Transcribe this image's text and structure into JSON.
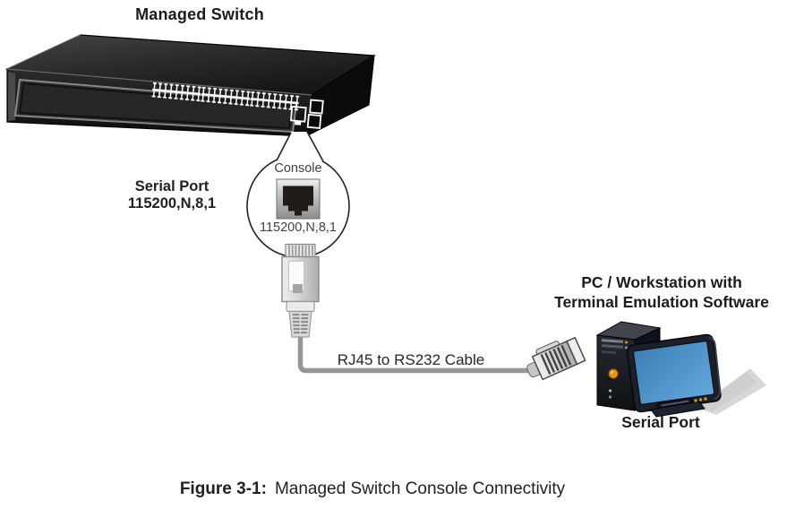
{
  "diagram": {
    "title": "Managed Switch",
    "switch_side": {
      "serial_port_line1": "Serial Port",
      "serial_port_line2": "115200,N,8,1"
    },
    "callout": {
      "port_name": "Console",
      "port_settings": "115200,N,8,1"
    },
    "cable_label": "RJ45 to RS232 Cable",
    "pc": {
      "label_line1": "PC / Workstation with",
      "label_line2": "Terminal Emulation Software",
      "port_label": "Serial Port"
    },
    "caption": {
      "figure_label": "Figure 3-1:",
      "figure_title": "Managed Switch Console Connectivity"
    },
    "colors": {
      "switch_body": "#1a1a1a",
      "screen_blue": "#4a90c5",
      "power_button_orange": "#e8940c",
      "cable_gray": "#969696",
      "callout_text": "#414141",
      "label_text": "#1f1f1f"
    }
  }
}
